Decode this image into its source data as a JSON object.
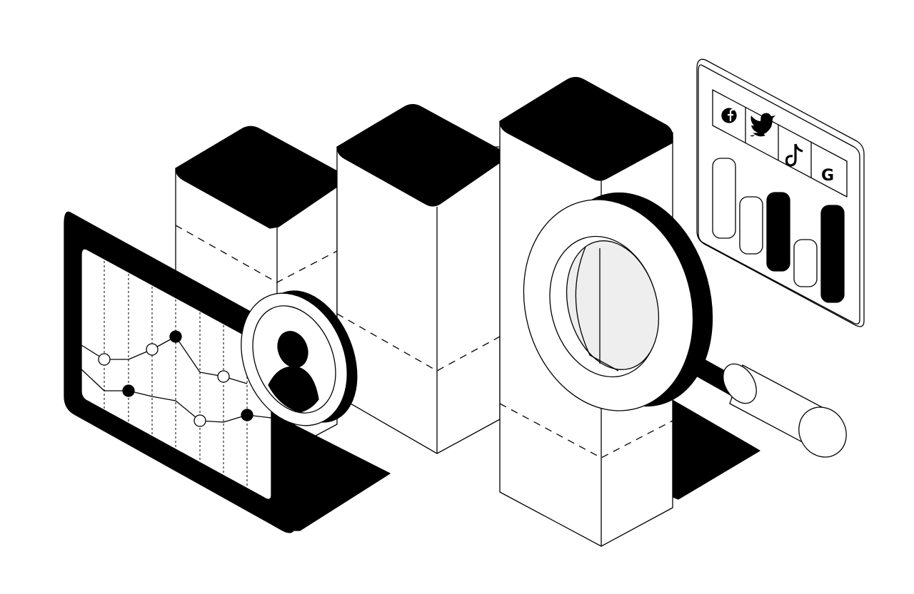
{
  "illustration": {
    "colors": {
      "ink": "#000000",
      "paper": "#ffffff",
      "lens_tint": "#eeeeee"
    },
    "panel": {
      "social_icons": [
        "facebook-icon",
        "twitter-icon",
        "tiktok-icon",
        "google-icon"
      ],
      "google_glyph": "G",
      "bar_fill": [
        "outline",
        "outline",
        "solid",
        "outline",
        "solid"
      ]
    },
    "monitor": {
      "contains": "line-chart-icon"
    },
    "badge": {
      "contains": "user-avatar-icon"
    },
    "magnifier": {
      "contains": "magnifier-icon"
    }
  }
}
